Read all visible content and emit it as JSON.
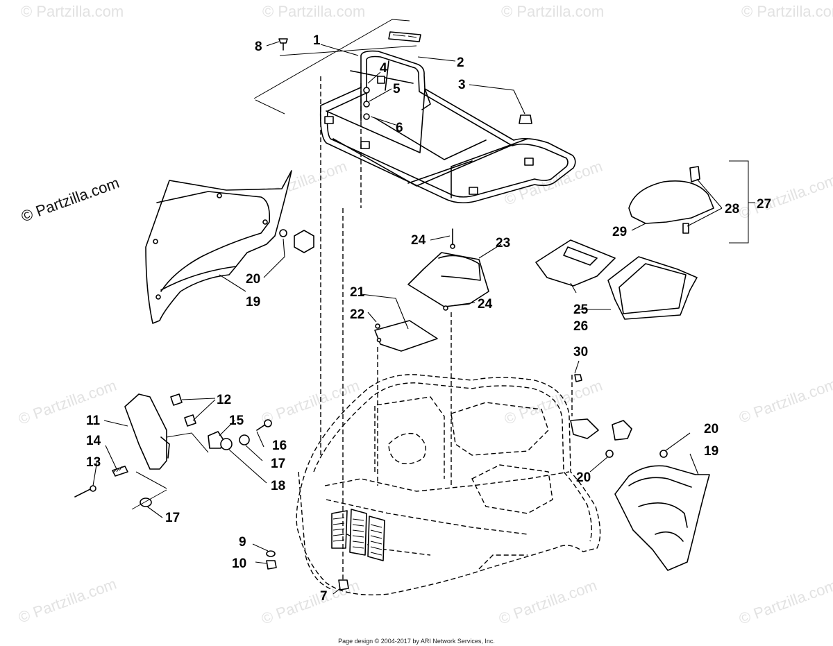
{
  "diagram": {
    "brand_watermark": "© Partzilla.com",
    "faint_watermark": "© Partzilla.com",
    "footer": "Page design © 2004-2017 by ARI Network Services, Inc.",
    "callouts": {
      "c1": "1",
      "c2": "2",
      "c3": "3",
      "c4": "4",
      "c5": "5",
      "c6": "6",
      "c7": "7",
      "c8": "8",
      "c9": "9",
      "c10": "10",
      "c11": "11",
      "c12": "12",
      "c13": "13",
      "c14": "14",
      "c15": "15",
      "c16": "16",
      "c17a": "17",
      "c17b": "17",
      "c18": "18",
      "c19a": "19",
      "c19b": "19",
      "c20a": "20",
      "c20b": "20",
      "c20c": "20",
      "c21": "21",
      "c22": "22",
      "c23": "23",
      "c24a": "24",
      "c24b": "24",
      "c25": "25",
      "c26": "26",
      "c27": "27",
      "c28": "28",
      "c29": "29",
      "c30": "30"
    }
  }
}
